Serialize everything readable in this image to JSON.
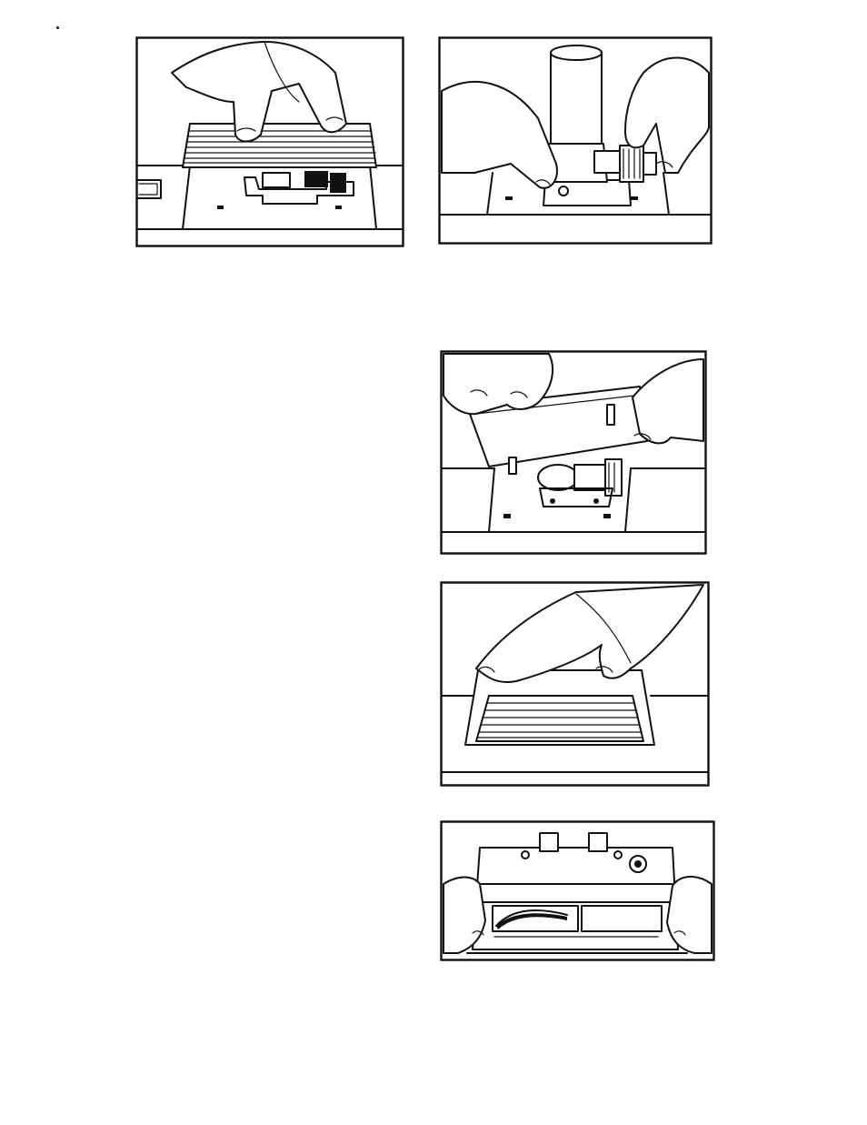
{
  "page": {
    "background": "#ffffff",
    "ink_color": "#111111",
    "marks": [
      "bullet-dot"
    ]
  },
  "illustrations": [
    {
      "id": "fig1",
      "depicts": "hand-holding-cover-above-slot"
    },
    {
      "id": "fig2",
      "depicts": "hands-installing-cylinder-component"
    },
    {
      "id": "fig3",
      "depicts": "hands-lifting-open-hinged-lid"
    },
    {
      "id": "fig4",
      "depicts": "hand-pressing-cover-into-place"
    },
    {
      "id": "fig5",
      "depicts": "hands-holding-removed-unit"
    }
  ]
}
